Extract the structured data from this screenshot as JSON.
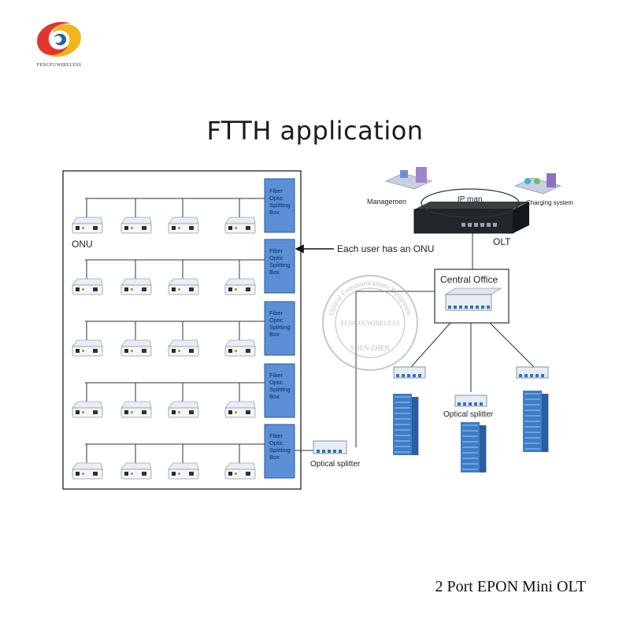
{
  "logo": {
    "brand": "FENGFUWIRELESS"
  },
  "title": "FTTH application",
  "footer": "2 Port EPON Mini OLT",
  "labels": {
    "onu": "ONU",
    "each_user": "Each user has an ONU",
    "management": "Managemen",
    "ip_man": "IP man",
    "charging": "Charging system",
    "olt": "OLT",
    "central_office": "Central Office",
    "optical_splitter_left": "Optical splitter",
    "optical_splitter_mid": "Optical splitter"
  },
  "splitting_boxes": [
    [
      "Fiber",
      "Optic",
      "Splitting",
      "Box"
    ],
    [
      "Fiber",
      "Optic",
      "Splitting",
      "Box"
    ],
    [
      "Fiber",
      "Optic",
      "Splitting",
      "Box"
    ],
    [
      "Fiber",
      "Optic",
      "Splitting",
      "Box"
    ],
    [
      "Fiber",
      "Optic",
      "Splitting",
      "Box"
    ]
  ],
  "watermark": {
    "top_arc": "Optical Communications Equipment",
    "center": "FENGFUWIRELESS",
    "bottom": "SHEN ZHEN"
  },
  "colors": {
    "box_fill": "#5b8fd6",
    "box_stroke": "#2a5aa8",
    "line": "#333333",
    "building": "#3d7cc9"
  }
}
